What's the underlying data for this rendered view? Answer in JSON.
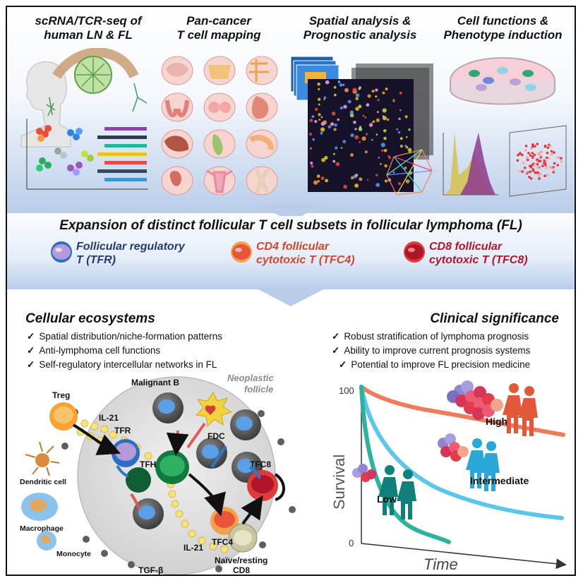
{
  "top_panels": [
    {
      "line1": "scRNA/TCR-seq of",
      "line2": "human LN & FL"
    },
    {
      "line1": "Pan-cancer",
      "line2": "T cell mapping"
    },
    {
      "line1": "Spatial analysis &",
      "line2": "Prognostic analysis"
    },
    {
      "line1": "Cell functions &",
      "line2": "Phenotype induction"
    }
  ],
  "banner": "Expansion of distinct follicular T cell subsets in follicular lymphoma (FL)",
  "subsets": [
    {
      "line1": "Follicular regulatory",
      "line2": "T (TFR)",
      "color": "#243b6b"
    },
    {
      "line1": "CD4 follicular",
      "line2": "cytotoxic T (TFC4)",
      "color": "#d2452b"
    },
    {
      "line1": "CD8 follicular",
      "line2": "cytotoxic T (TFC8)",
      "color": "#b0162a"
    }
  ],
  "ecosystems": {
    "title": "Cellular ecosystems",
    "bullets": [
      "Spatial distribution/niche-formation patterns",
      "Anti-lymphoma cell functions",
      "Self-regulatory intercellular networks in FL"
    ]
  },
  "clinical": {
    "title": "Clinical significance",
    "bullets": [
      "Robust stratification of lymphoma prognosis",
      "Ability to improve current prognosis systems",
      "Potential to improve FL precision medicine"
    ]
  },
  "check_mark": "✓",
  "diagram_labels": {
    "neoplastic": "Neoplastic",
    "follicle": "follicle",
    "malignant_b": "Malignant B",
    "fdc": "FDC",
    "treg": "Treg",
    "il21_top": "IL-21",
    "tfr": "TFR",
    "tfh": "TFH",
    "tfc8": "TFC8",
    "tfc4": "TFC4",
    "il21_bottom": "IL-21",
    "naive_line1": "Naïve/resting",
    "naive_line2": "CD8",
    "dendritic": "Dendritic cell",
    "macrophage": "Macrophage",
    "monocyte": "Monocyte",
    "tgfb": "TGF-β"
  },
  "survival_chart": {
    "ylabel": "Survival",
    "xlabel": "Time",
    "y_tick_top": "100",
    "y_tick_bottom": "0",
    "groups": [
      "High",
      "Intermediate",
      "Low"
    ],
    "colors": {
      "high": "#ee7c5c",
      "intermediate": "#5cc6e8",
      "low": "#2bb39c"
    }
  }
}
